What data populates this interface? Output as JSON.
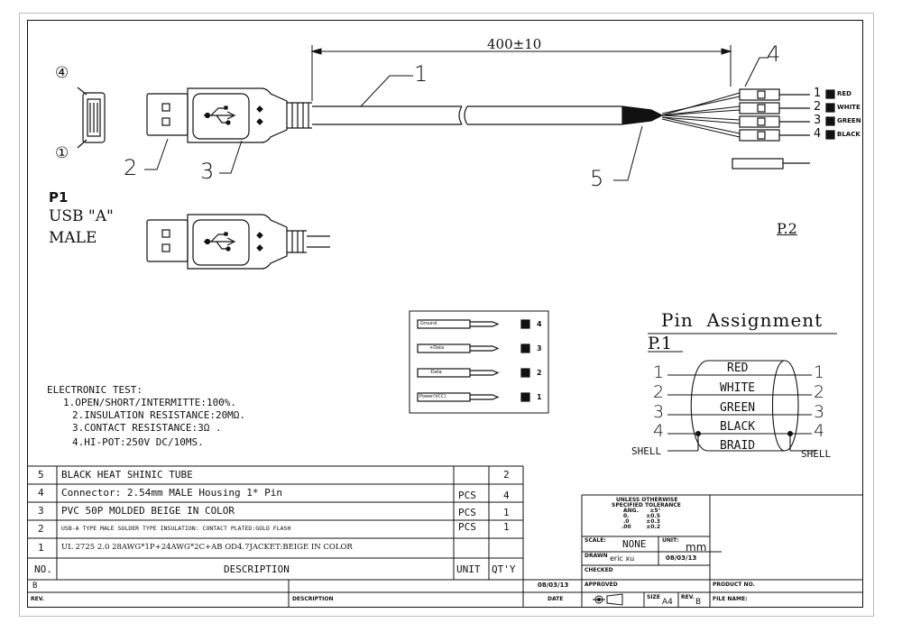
{
  "drawing": {
    "dimension": "400±10",
    "callouts": [
      "1",
      "2",
      "3",
      "4",
      "5"
    ],
    "connector_circle_top": "④",
    "connector_circle_bottom": "①",
    "p1_title": "P1",
    "p1_line1": "USB \"A\"",
    "p1_line2": "MALE",
    "page_ref": "P.2",
    "wire_ends": [
      {
        "num": "1",
        "label": "RED"
      },
      {
        "num": "2",
        "label": "WHITE"
      },
      {
        "num": "3",
        "label": "GREEN"
      },
      {
        "num": "4",
        "label": "BLACK"
      }
    ],
    "housing_pins": [
      {
        "label": "Ground",
        "num": "4"
      },
      {
        "label": "+Data",
        "num": "3"
      },
      {
        "label": "-Data",
        "num": "2"
      },
      {
        "label": "Power(VCC)",
        "num": "1"
      }
    ]
  },
  "pin_assignment": {
    "title": "Pin  Assignment",
    "page": "P.1",
    "rows": [
      {
        "left": "1",
        "wire": "RED",
        "right": "1"
      },
      {
        "left": "2",
        "wire": "WHITE",
        "right": "2"
      },
      {
        "left": "3",
        "wire": "GREEN",
        "right": "3"
      },
      {
        "left": "4",
        "wire": "BLACK",
        "right": "4"
      }
    ],
    "braid": "BRAID",
    "shell_left": "SHELL",
    "shell_right": "SHELL"
  },
  "electronic_test": {
    "heading": "ELECTRONIC TEST:",
    "items": [
      "1.OPEN/SHORT/INTERMITTE:100%.",
      "2.INSULATION RESISTANCE:20MΩ.",
      "3.CONTACT RESISTANCE:3Ω .",
      "4.HI-POT:250V DC/10MS."
    ]
  },
  "bom": {
    "rows": [
      {
        "no": "5",
        "desc": "BLACK HEAT SHINIC TUBE",
        "unit": "",
        "qty": "2"
      },
      {
        "no": "4",
        "desc": "Connector: 2.54mm MALE Housing 1* Pin",
        "unit": "PCS",
        "qty": "4"
      },
      {
        "no": "3",
        "desc": "PVC 50P MOLDED BEIGE IN COLOR",
        "unit": "PCS",
        "qty": "1"
      },
      {
        "no": "2",
        "desc": "USB-A TYPE MALE SOLDER TYPE INSULATION: CONTACT PLATED:GOLD FLASH",
        "unit": "PCS",
        "qty": "1"
      },
      {
        "no": "1",
        "desc": "UL 2725 2.0 28AWG*1P+24AWG*2C+AB OD4.7JACKET:BEIGE  IN  COLOR",
        "unit": "",
        "qty": ""
      }
    ],
    "header": {
      "no": "NO.",
      "desc": "DESCRIPTION",
      "unit": "UNIT",
      "qty": "QT'Y"
    }
  },
  "revision": {
    "rev_value": "B",
    "rev_label": "REV.",
    "desc_label": "DESCRIPTION",
    "date_value": "08/03/13",
    "date_label": "DATE"
  },
  "title_block": {
    "tolerance_lines": [
      "UNLESS OTHERWISE",
      "SPECIFIED TOLERANCE",
      "ANG.      ±5°",
      "0.         ±0.5",
      ".0         ±0.3",
      ".00        ±0.2"
    ],
    "scale_label": "SCALE:",
    "scale_value": "NONE",
    "unit_label": "UNIT:",
    "unit_value": "mm",
    "drawn_label": "DRAWN",
    "drawn_value": "eric xu",
    "drawn_date": "08/03/13",
    "checked_label": "CHECKED",
    "approved_label": "APPROVED",
    "size_label": "SIZE",
    "size_value": "A4",
    "rev_label": "REV.",
    "rev_value": "B",
    "product_label": "PRODUCT NO.",
    "file_label": "FILE NAME:"
  }
}
